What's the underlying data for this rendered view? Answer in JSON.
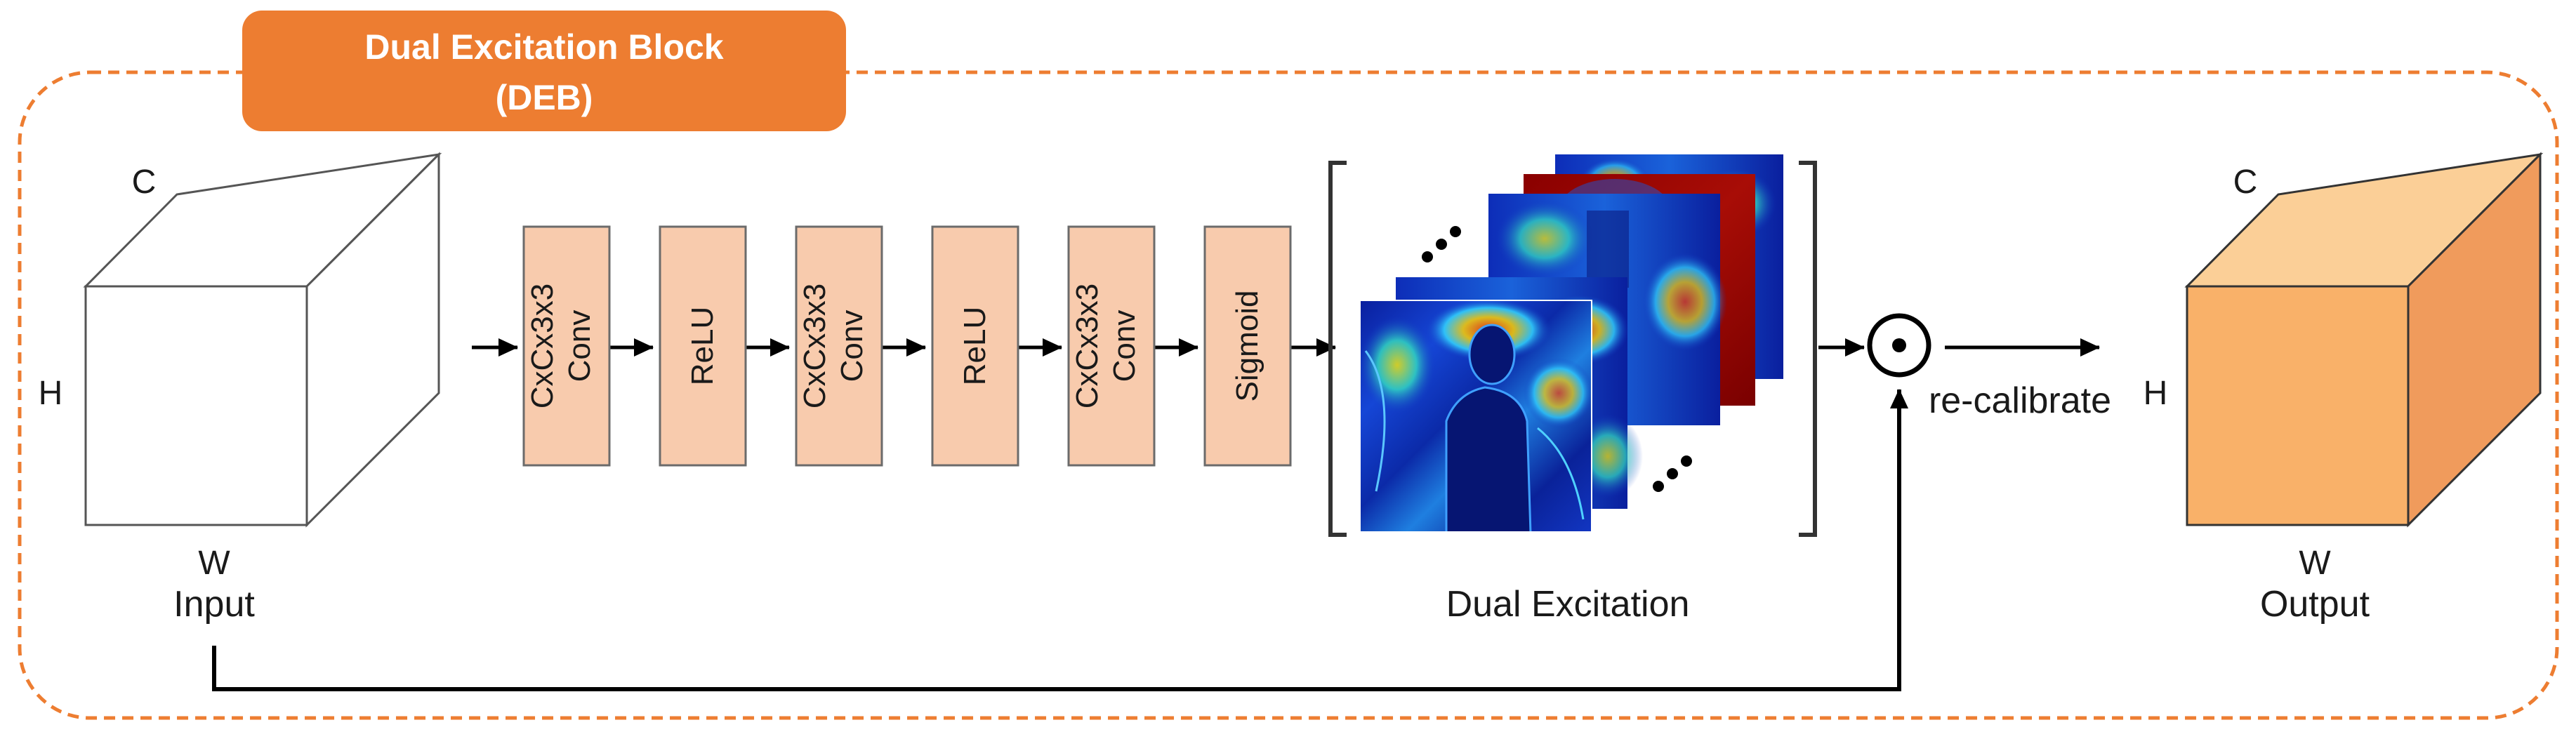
{
  "title": {
    "line1": "Dual Excitation Block",
    "line2": "(DEB)"
  },
  "input": {
    "caption": "Input",
    "dim_c": "C",
    "dim_h": "H",
    "dim_w": "W"
  },
  "output": {
    "caption": "Output",
    "dim_c": "C",
    "dim_h": "H",
    "dim_w": "W"
  },
  "layers": [
    {
      "line1": "CxCx3x3",
      "line2": "Conv"
    },
    {
      "line1": "ReLU",
      "line2": ""
    },
    {
      "line1": "CxCx3x3",
      "line2": "Conv"
    },
    {
      "line1": "ReLU",
      "line2": ""
    },
    {
      "line1": "CxCx3x3",
      "line2": "Conv"
    },
    {
      "line1": "Sigmoid",
      "line2": ""
    }
  ],
  "excitation": {
    "caption": "Dual Excitation",
    "ellipsis": "…"
  },
  "operator": {
    "symbol": "⊙",
    "caption": "re-calibrate"
  },
  "colors": {
    "accent_orange": "#ed7d31",
    "layer_fill": "#f8cbad",
    "output_front": "#f9b169",
    "output_top": "#fbcf97",
    "output_side": "#f09b5c"
  }
}
